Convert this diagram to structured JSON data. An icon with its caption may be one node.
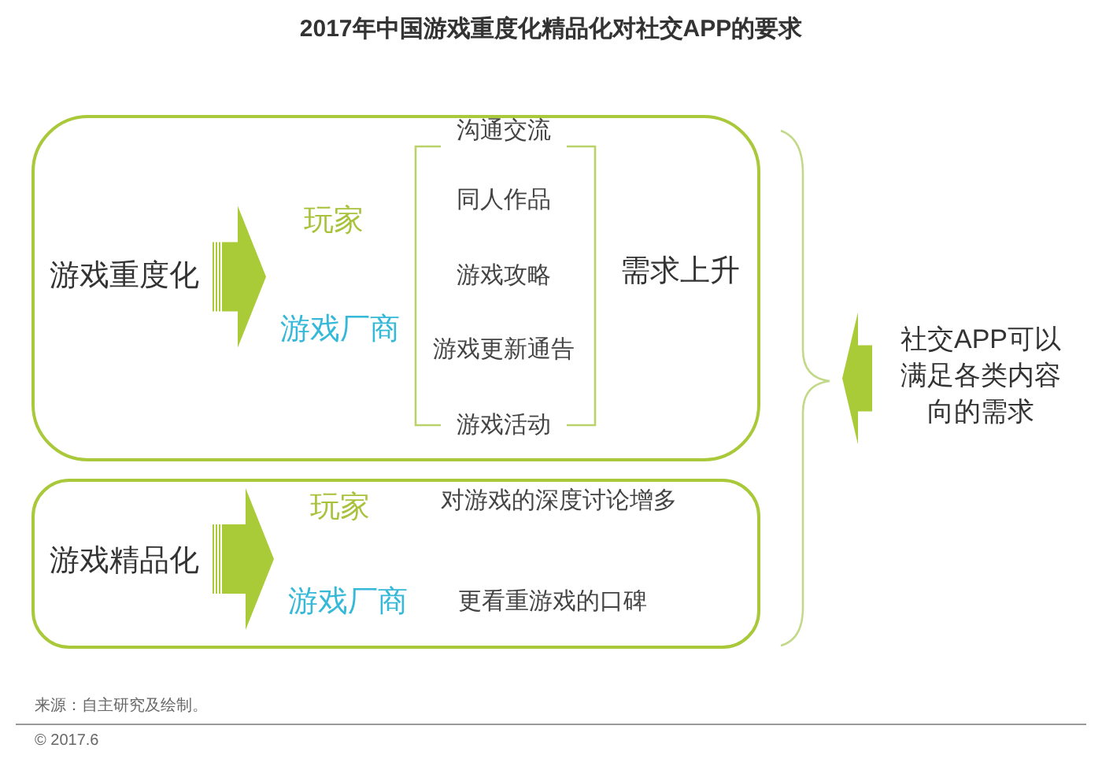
{
  "diagram": {
    "title": "2017年中国游戏重度化精品化对社交APP的要求",
    "nodes": [
      {
        "text": [
          "沟通交流",
          "同人作品",
          "游戏攻略",
          "游戏更新通告",
          "游戏活动",
          "需求上升"
        ]
      },
      {
        "text": [
          "游戏重度化"
        ],
        "in": 0
      },
      {
        "text": [
          "玩家"
        ],
        "in": 0
      },
      {
        "text": [
          "游戏厂商"
        ],
        "in": 0
      },
      {
        "text": [
          "对游戏的深度讨论增多",
          "更看重游戏的口碑"
        ]
      },
      {
        "text": [
          "游戏精品化"
        ],
        "in": 4
      },
      {
        "text": [
          "玩家"
        ],
        "in": 4
      },
      {
        "text": [
          "游戏厂商"
        ],
        "in": 4
      },
      {
        "text": [
          "社交APP可以满足各类内容向的需求"
        ]
      }
    ],
    "edges": [
      {
        "from": 1,
        "to": 2,
        "arrow": "to"
      },
      {
        "from": 1,
        "to": 3,
        "arrow": "to"
      },
      {
        "from": 5,
        "to": 6,
        "arrow": "to"
      },
      {
        "from": 5,
        "to": 7,
        "arrow": "to"
      },
      {
        "from": 8,
        "to": null,
        "arrow": "to"
      }
    ],
    "labels": [
      "来源：自主研究及绘制。",
      "© 2017.6"
    ]
  }
}
